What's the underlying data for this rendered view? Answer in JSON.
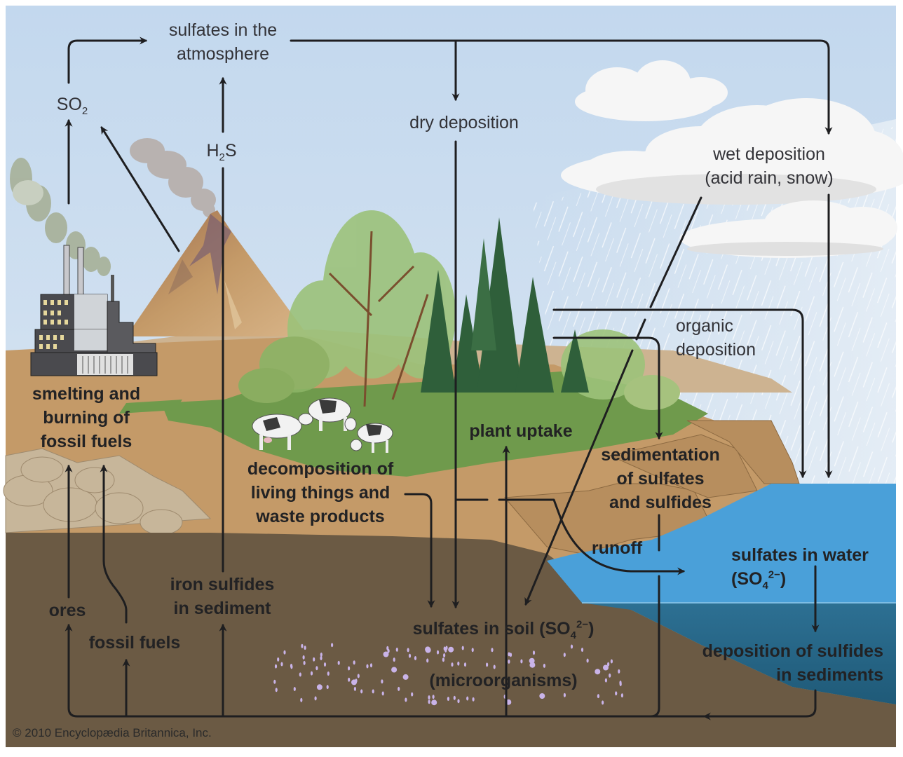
{
  "diagram": {
    "title": "Sulfur cycle",
    "colors": {
      "sky": "#c6daee",
      "sky_light": "#dde8f3",
      "soil_surface": "#c49a68",
      "soil_deep": "#6b5a44",
      "grass": "#6f9a4c",
      "water_surface": "#4a9fd8",
      "water_deep": "#2a6a8c",
      "arrow": "#1e1e20",
      "cloud": "#f4f4f4",
      "microorganism": "#c9b3e8"
    },
    "labels": {
      "sulfates_atmosphere_1": "sulfates in the",
      "sulfates_atmosphere_2": "atmosphere",
      "so2_base": "SO",
      "so2_sub": "2",
      "h2s_h": "H",
      "h2s_sub": "2",
      "h2s_s": "S",
      "dry_deposition": "dry deposition",
      "wet_deposition_1": "wet deposition",
      "wet_deposition_2": "(acid rain, snow)",
      "organic_deposition_1": "organic",
      "organic_deposition_2": "deposition",
      "smelting_1": "smelting and",
      "smelting_2": "burning of",
      "smelting_3": "fossil fuels",
      "decomposition_1": "decomposition of",
      "decomposition_2": "living things and",
      "decomposition_3": "waste products",
      "plant_uptake": "plant uptake",
      "sedimentation_1": "sedimentation",
      "sedimentation_2": "of sulfates",
      "sedimentation_3": "and sulfides",
      "runoff": "runoff",
      "sulfates_water_1": "sulfates in water",
      "sulfates_water_2_base": "(SO",
      "sulfates_water_2_sub": "4",
      "sulfates_water_2_sup": "2−",
      "sulfates_water_2_end": ")",
      "iron_sulfides_1": "iron sulfides",
      "iron_sulfides_2": "in sediment",
      "ores": "ores",
      "fossil_fuels": "fossil fuels",
      "sulfates_soil_base": "sulfates in soil (SO",
      "sulfates_soil_sub": "4",
      "sulfates_soil_sup": "2−",
      "sulfates_soil_end": ")",
      "microorganisms": "(microorganisms)",
      "deposition_sulfides_1": "deposition of sulfides",
      "deposition_sulfides_2": "in sediments"
    },
    "copyright": "© 2010 Encyclopædia Britannica, Inc."
  }
}
